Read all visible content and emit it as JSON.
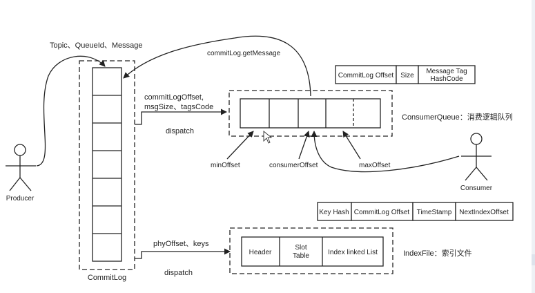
{
  "colors": {
    "stroke": "#222222",
    "background": "#ffffff"
  },
  "producer": {
    "label": "Producer"
  },
  "consumer": {
    "label": "Consumer"
  },
  "commitlog": {
    "label": "CommitLog"
  },
  "edges": {
    "producer_to_commitlog": "Topic、QueueId、Message",
    "get_message": "commitLog.getMessage",
    "dispatch_cq_line1": "commitLogOffset,",
    "dispatch_cq_line2": "msgSize、tagsCode",
    "dispatch_cq": "dispatch",
    "dispatch_index_line1": "phyOffset、keys",
    "dispatch_index": "dispatch"
  },
  "consumer_queue": {
    "label": "ConsumerQueue：消费逻辑队列",
    "entry_fields": [
      "CommitLog Offset",
      "Size",
      "Message Tag",
      "HashCode"
    ],
    "pointers": {
      "min": "minOffset",
      "consumer": "consumerOffset",
      "max": "maxOffset"
    }
  },
  "index_file": {
    "label": "IndexFile：索引文件",
    "entry_fields": [
      "Key Hash",
      "CommitLog Offset",
      "TimeStamp",
      "NextIndexOffset"
    ],
    "sections": [
      "Header",
      "Slot",
      "Table",
      "Index linked List"
    ]
  }
}
